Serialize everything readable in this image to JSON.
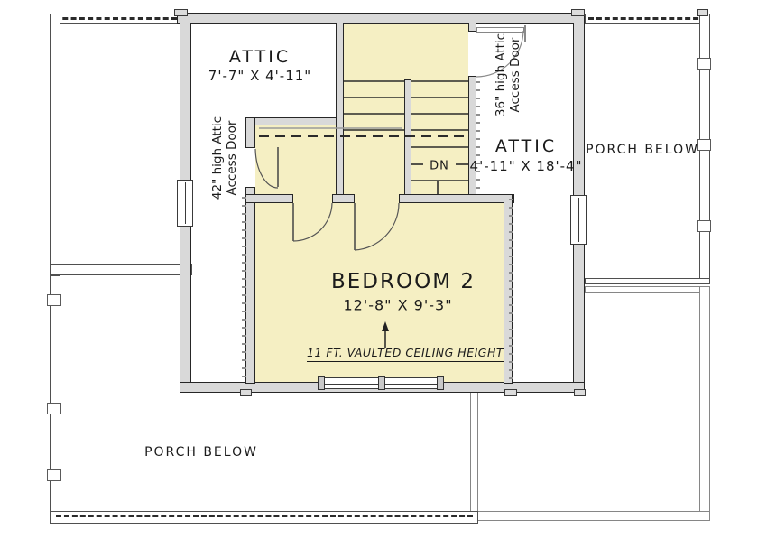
{
  "plan": {
    "rooms": {
      "attic1": {
        "name": "ATTIC",
        "dim": "7'-7\" X 4'-11\""
      },
      "attic2": {
        "name": "ATTIC",
        "dim": "4'-11\" X 18'-4\""
      },
      "bedroom": {
        "name": "BEDROOM 2",
        "dim": "12'-8\" X 9'-3\"",
        "note": "11 FT. VAULTED CEILING HEIGHT"
      },
      "porch_right": {
        "name": "PORCH BELOW"
      },
      "porch_bottom": {
        "name": "PORCH BELOW"
      }
    },
    "labels": {
      "stair_down": "DN",
      "attic_door_42_line1": "42\" high Attic",
      "attic_door_42_line2": "Access Door",
      "attic_door_36_line1": "36\" high Attic",
      "attic_door_36_line2": "Access Door"
    },
    "colors": {
      "room_fill": "#F5EFC3",
      "wall_fill": "#D9D9D9",
      "wall_line": "#262626",
      "porch_line": "#4F4F4F",
      "text": "#1B1B1B"
    }
  }
}
